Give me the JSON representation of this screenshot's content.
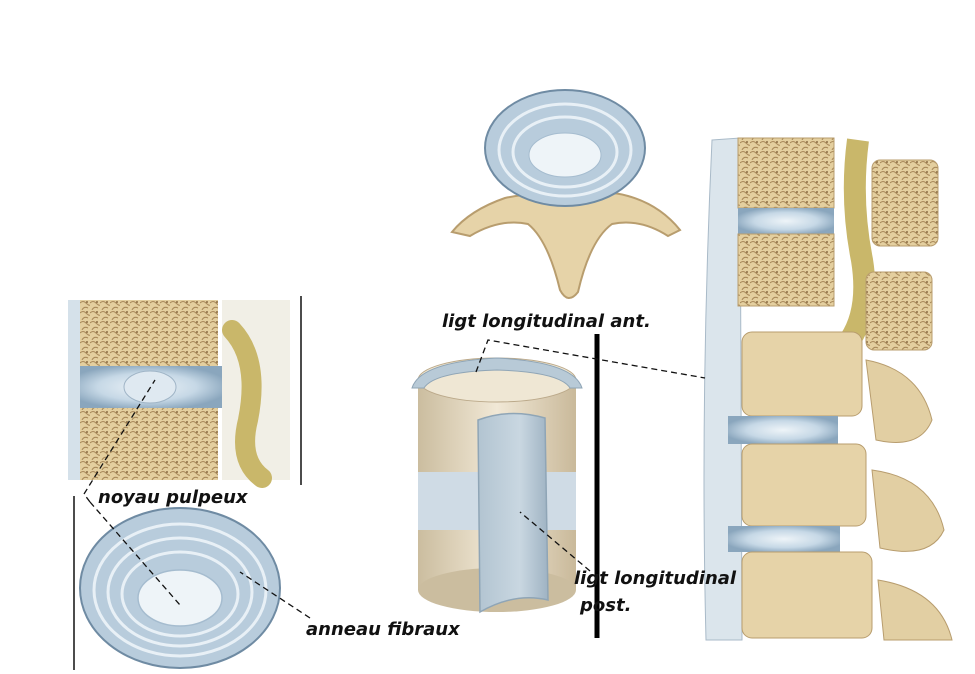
{
  "labels": {
    "lig_ant": "ligt longitudinal ant.",
    "noyau": "noyau pulpeux",
    "anneau": "anneau fibraux",
    "lig_post_line1": "ligt longitudinal",
    "lig_post_line2": "post."
  },
  "colors": {
    "bone": "#e6d3a8",
    "bone_dark": "#c9ad78",
    "disc": "#c3d6e6",
    "disc_dark": "#8fa9c0",
    "ligament": "#aec2d1",
    "tendon": "#c9b76a"
  }
}
